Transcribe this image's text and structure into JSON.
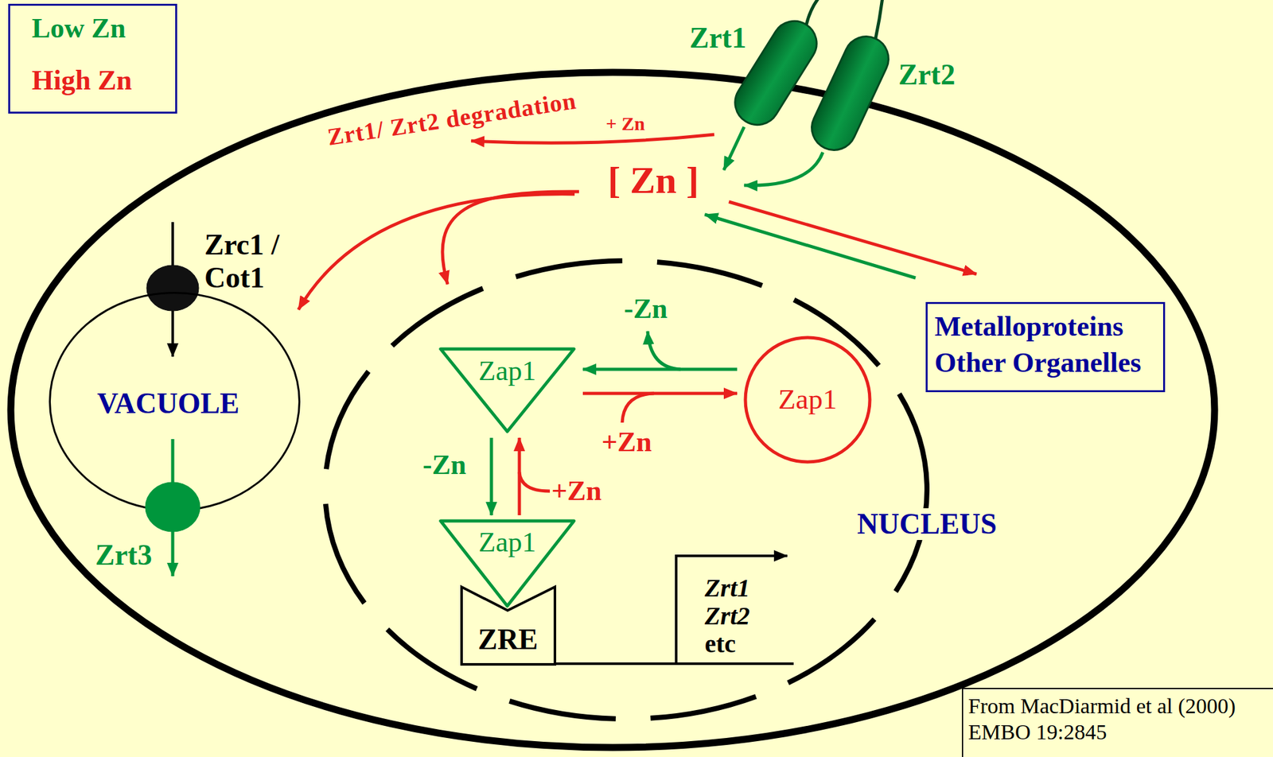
{
  "diagram": {
    "nodes": [
      {
        "text": [
          "Zrt1"
        ]
      },
      {
        "text": [
          "Zrt2"
        ]
      },
      {
        "text": [
          "Zrc1 / Cot1"
        ]
      },
      {
        "text": [
          "VACUOLE"
        ]
      },
      {
        "text": [
          "NUCLEUS"
        ]
      },
      {
        "text": [
          "Zap1"
        ],
        "in": 4
      },
      {
        "text": [
          "Zap1"
        ],
        "in": 4
      },
      {
        "text": [
          "Zap1"
        ],
        "in": 4
      },
      {
        "text": [
          "ZRE"
        ],
        "in": 4
      },
      {
        "text": [
          "Metalloproteins Other Organelles"
        ]
      },
      {
        "text": [
          "Zrt3"
        ]
      },
      {
        "text": [
          "From MacDiarmid et al (2000) EMBO 19:2845"
        ]
      }
    ],
    "edges": [
      {
        "from": 6,
        "to": 5,
        "arrow": "to",
        "label": "-Zn"
      },
      {
        "from": 5,
        "to": 6,
        "arrow": "to",
        "label": "+Zn"
      },
      {
        "from": 5,
        "to": 7,
        "arrow": "to",
        "label": "-Zn"
      },
      {
        "from": 7,
        "to": 5,
        "arrow": "to",
        "label": "+Zn"
      }
    ],
    "labels": [
      "Zrt1/ Zrt2 degradation",
      "+ Zn",
      "[ Zn ]",
      "Zrt1",
      "Zrt2",
      "etc"
    ],
    "legend": [
      {
        "text": "Low Zn",
        "color": "#00963c"
      },
      {
        "text": "High Zn",
        "color": "#e8201c"
      }
    ]
  }
}
